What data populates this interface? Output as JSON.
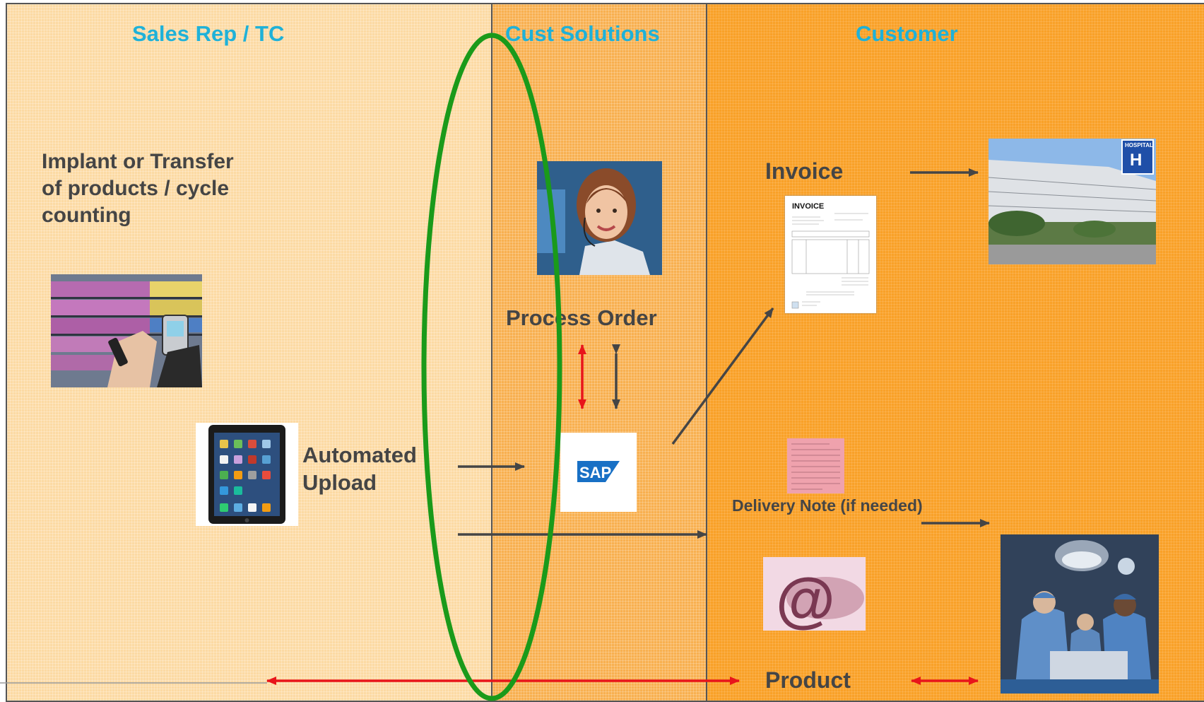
{
  "lanes": {
    "sales_title": "Sales Rep / TC",
    "cust_solutions_title": "Cust Solutions",
    "customer_title": "Customer"
  },
  "labels": {
    "implant_line1": "Implant or Transfer",
    "implant_line2": "of products / cycle",
    "implant_line3": "counting",
    "automated_line1": "Automated",
    "automated_line2": "Upload",
    "process_order": "Process Order",
    "invoice": "Invoice",
    "delivery_note": "Delivery Note (if needed)",
    "product": "Product"
  },
  "images": {
    "sap_logo": "SAP",
    "invoice_doc_title": "INVOICE",
    "hospital_sign": "HOSPITAL",
    "hospital_letter": "H",
    "email_symbol": "@"
  },
  "colors": {
    "lane_title": "#1fb1d8",
    "label_text": "#454545",
    "highlight_ellipse": "#1a9a1a",
    "red_arrow": "#e8151b",
    "dark_arrow": "#454545"
  }
}
